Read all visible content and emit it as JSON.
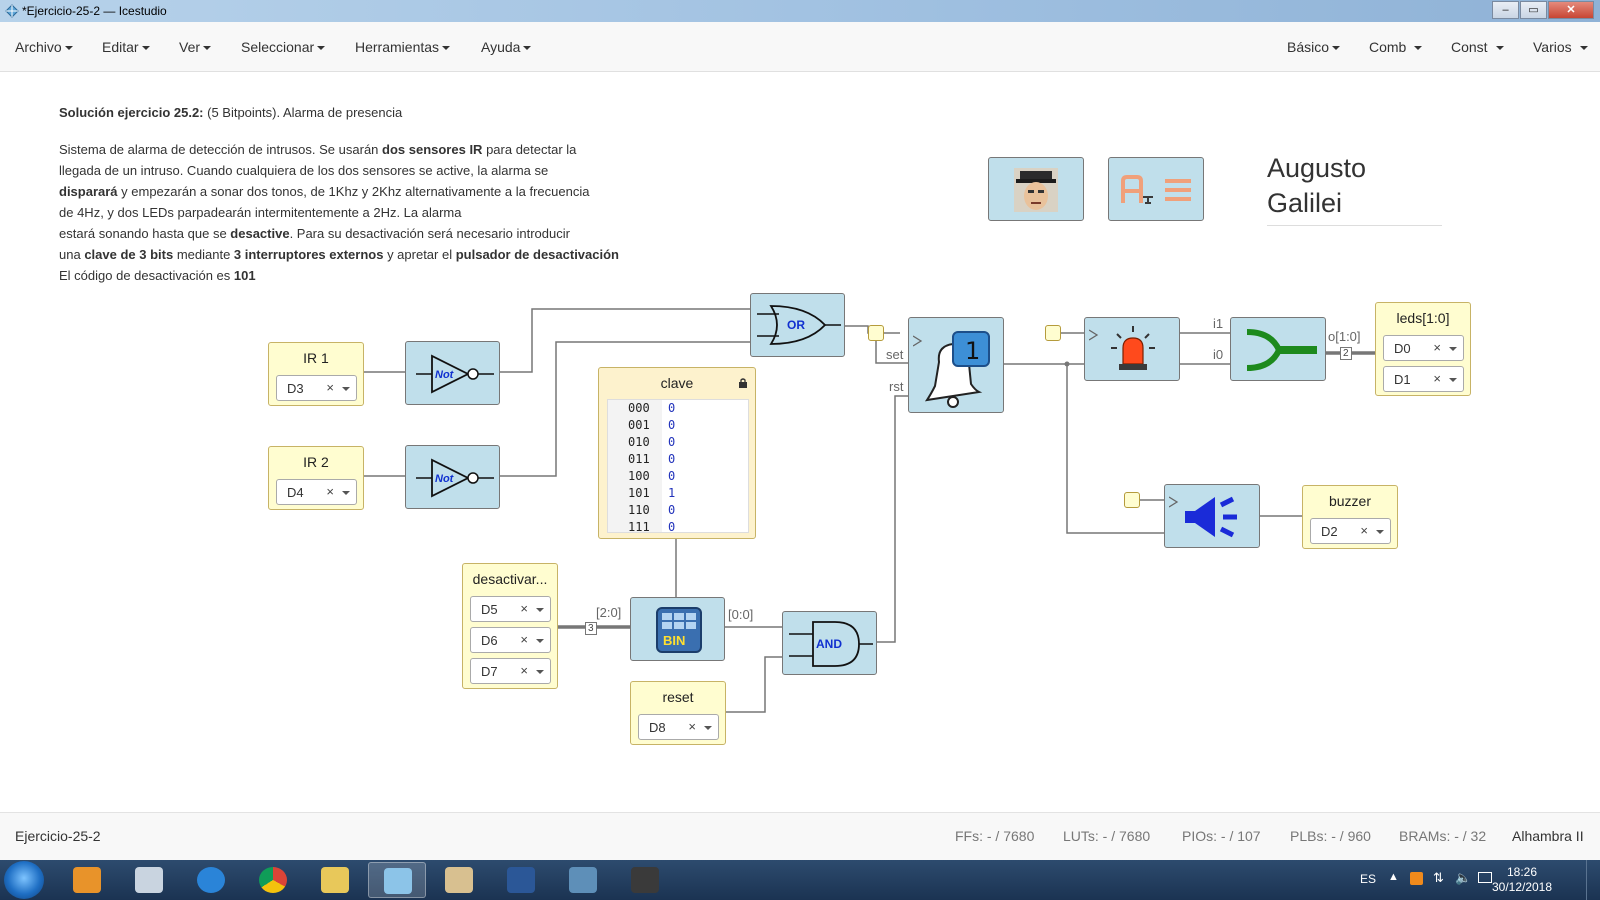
{
  "window": {
    "title": "*Ejercicio-25-2 — Icestudio"
  },
  "menu": {
    "left": [
      "Archivo",
      "Editar",
      "Ver",
      "Seleccionar",
      "Herramientas",
      "Ayuda"
    ],
    "right": [
      "Básico",
      "Comb",
      "Const",
      "Varios"
    ]
  },
  "info": {
    "title_bold": "Solución ejercicio 25.2:",
    "title_rest": " (5 Bitpoints). Alarma de presencia",
    "p1": "Sistema de alarma de detección de intrusos. Se usarán ",
    "p1b": "dos sensores IR",
    "p2": " para detectar la",
    "l2": "llegada de un intruso. Cuando cualquiera de los dos sensores se active, la alarma se",
    "l3b": "disparará",
    "l3": " y empezarán a sonar dos tonos, de 1Khz y 2Khz alternativamente a la frecuencia",
    "l4": "de 4Hz, y dos LEDs parpadearán intermitentemente a 2Hz. La alarma",
    "l5": "estará sonando hasta que se ",
    "l5b": "desactive",
    "l5c": ". Para su desactivación será necesario introducir",
    "l6": "una ",
    "l6b": "clave de 3 bits",
    "l6c": " mediante ",
    "l6d": "3 interruptores externos",
    "l6e": " y apretar el ",
    "l6f": "pulsador de desactivación",
    "l7": "El código de desactivación es ",
    "l7b": "101"
  },
  "author": {
    "line1": "Augusto",
    "line2": "Galilei"
  },
  "inputs": {
    "ir1": {
      "label": "IR 1",
      "pin": "D3"
    },
    "ir2": {
      "label": "IR 2",
      "pin": "D4"
    },
    "desactivar": {
      "label": "desactivar...",
      "pins": [
        "D5",
        "D6",
        "D7"
      ]
    },
    "reset": {
      "label": "reset",
      "pin": "D8"
    }
  },
  "outputs": {
    "leds": {
      "label": "leds[1:0]",
      "pins": [
        "D0",
        "D1"
      ]
    },
    "buzzer": {
      "label": "buzzer",
      "pin": "D2"
    }
  },
  "gates": {
    "not1": "Not",
    "not2": "Not",
    "or": "OR",
    "and": "AND",
    "bin": "BIN",
    "counter_num": "1"
  },
  "memory": {
    "title": "clave",
    "rows": [
      {
        "addr": "000",
        "val": "0"
      },
      {
        "addr": "001",
        "val": "0"
      },
      {
        "addr": "010",
        "val": "0"
      },
      {
        "addr": "011",
        "val": "0"
      },
      {
        "addr": "100",
        "val": "0"
      },
      {
        "addr": "101",
        "val": "1"
      },
      {
        "addr": "110",
        "val": "0"
      },
      {
        "addr": "111",
        "val": "0"
      }
    ]
  },
  "wire_labels": {
    "set": "set",
    "rst": "rst",
    "i1": "i1",
    "i0": "i0",
    "o": "o[1:0]",
    "o_width": "2",
    "bus_in": "[2:0]",
    "bus_in_width": "3",
    "bus_out": "[0:0]"
  },
  "status": {
    "project": "Ejercicio-25-2",
    "ffs": "FFs:  - / 7680",
    "luts": "LUTs:  - / 7680",
    "pios": "PIOs:  - / 107",
    "plbs": "PLBs:  - / 960",
    "brams": "BRAMs:  - / 32",
    "board": "Alhambra II"
  },
  "taskbar": {
    "lang": "ES",
    "time": "18:26",
    "date": "30/12/2018"
  },
  "colors": {
    "block": "#c0dfeb",
    "io": "#fffdd0",
    "wire": "#777777",
    "accent_green": "#1d8a1d",
    "bell_blue": "#3d8fd6",
    "speaker_blue": "#1a2bd8",
    "alarm_red": "#ff4a1c"
  }
}
